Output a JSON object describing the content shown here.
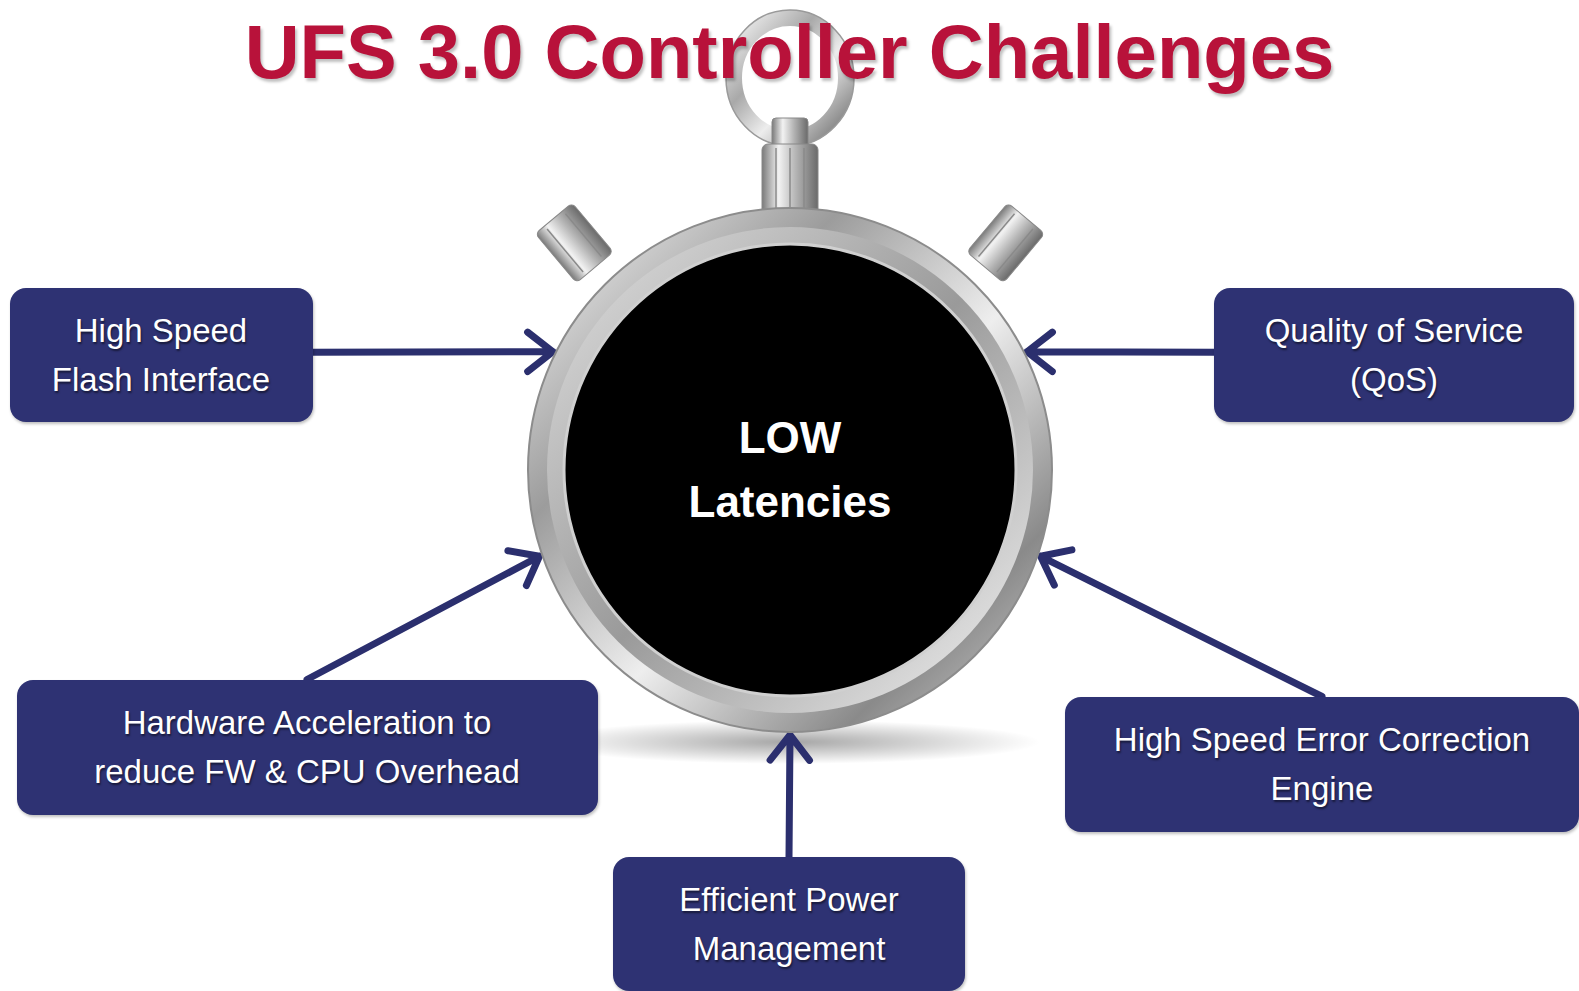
{
  "diagram": {
    "title": "UFS 3.0 Controller Challenges",
    "nodes": [
      {
        "text": [
          "High Speed Flash Interface"
        ]
      },
      {
        "text": [
          "Quality of Service (QoS)"
        ]
      },
      {
        "text": [
          "LOW Latencies"
        ]
      },
      {
        "text": [
          "Hardware Acceleration to reduce FW & CPU Overhead"
        ]
      },
      {
        "text": [
          "High Speed Error Correction Engine"
        ]
      },
      {
        "text": [
          "Efficient Power Management"
        ]
      }
    ],
    "edges": [
      {
        "from": 0,
        "to": 2,
        "arrow": "to"
      },
      {
        "from": 1,
        "to": 2,
        "arrow": "to"
      },
      {
        "from": 3,
        "to": 2,
        "arrow": "to"
      },
      {
        "from": 4,
        "to": 2,
        "arrow": "to"
      },
      {
        "from": 5,
        "to": 2,
        "arrow": "to"
      }
    ]
  }
}
